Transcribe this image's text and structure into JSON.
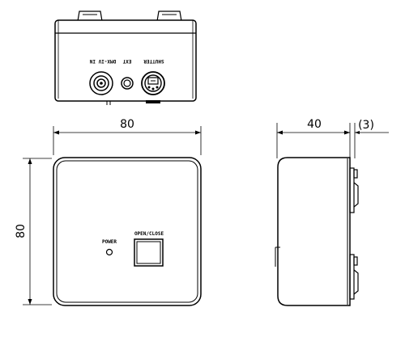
{
  "top_view": {
    "port_labels": {
      "dmx": "DMX-IV IN",
      "ext": "EXT",
      "shutter": "SHUTTER"
    }
  },
  "front_view": {
    "width_dim": "80",
    "height_dim": "80",
    "power_label": "POWER",
    "button_label": "OPEN/CLOSE"
  },
  "side_view": {
    "depth_dim": "40",
    "extra_dim": "(3)"
  },
  "line_color": "#000000"
}
